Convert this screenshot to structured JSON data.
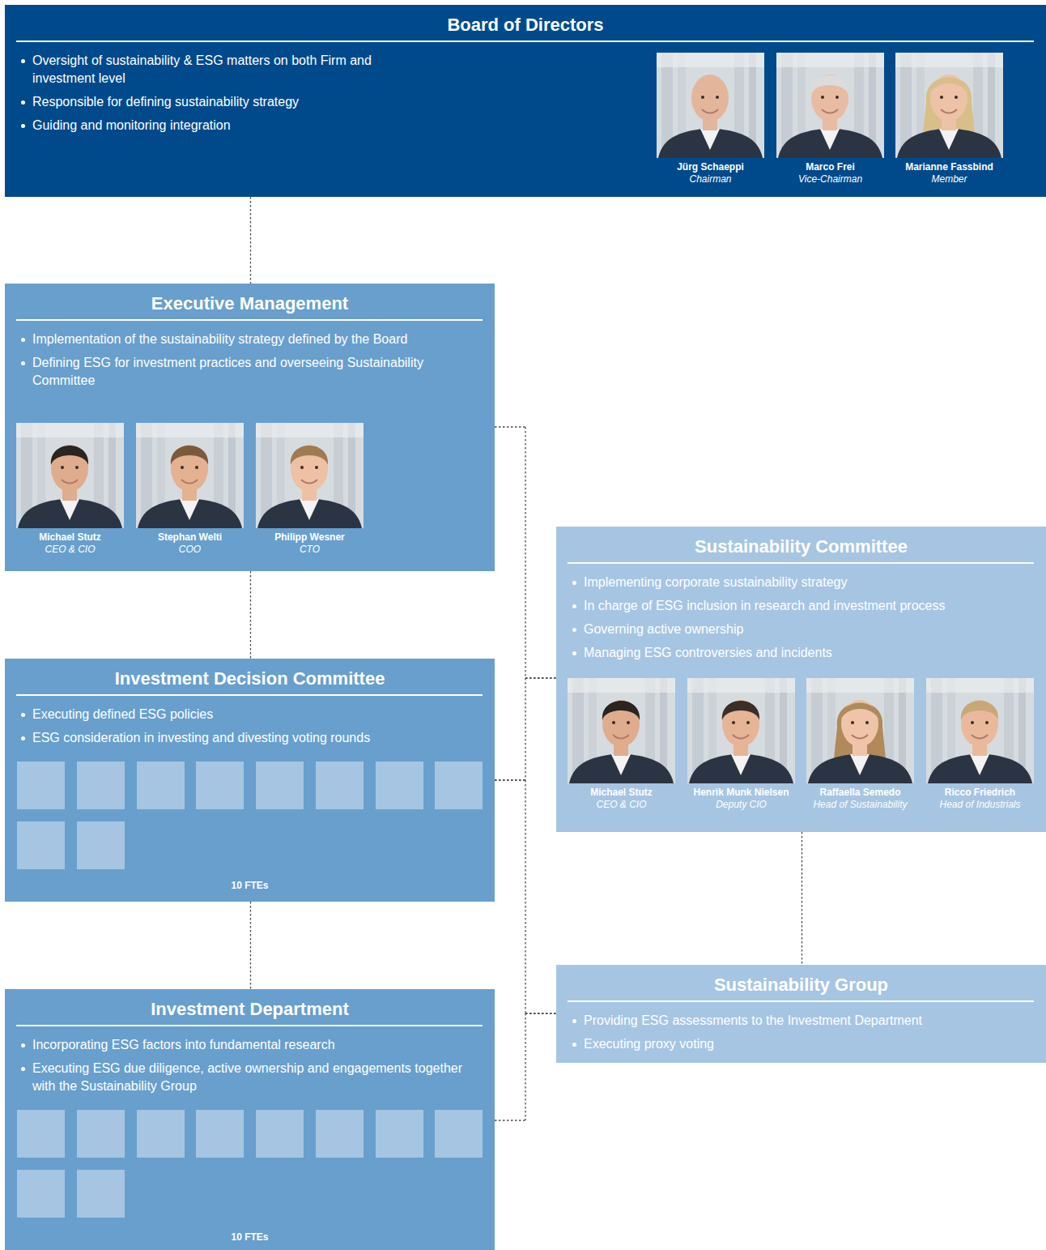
{
  "diagram": {
    "nodes": [
      {
        "text": [
          "Board of Directors",
          "Oversight of sustainability & ESG matters on both Firm and investment level",
          "Responsible for defining sustainability strategy",
          "Guiding and monitoring integration"
        ]
      },
      {
        "text": [
          "Jürg Schaeppi",
          "Chairman"
        ],
        "in": 0
      },
      {
        "text": [
          "Marco Frei",
          "Vice-Chairman"
        ],
        "in": 0
      },
      {
        "text": [
          "Marianne Fassbind",
          "Member"
        ],
        "in": 0
      },
      {
        "text": [
          "Executive Management",
          "Implementation of the sustainability strategy defined by the Board",
          "Defining ESG for investment practices and overseeing Sustainability Committee"
        ]
      },
      {
        "text": [
          "Michael Stutz",
          "CEO & CIO"
        ],
        "in": 4
      },
      {
        "text": [
          "Stephan Welti",
          "COO"
        ],
        "in": 4
      },
      {
        "text": [
          "Philipp Wesner",
          "CTO"
        ],
        "in": 4
      },
      {
        "text": [
          "Sustainability Committee",
          "Implementing corporate sustainability strategy",
          "In charge of ESG inclusion in research and investment process",
          "Governing active ownership",
          "Managing ESG controversies and incidents"
        ]
      },
      {
        "text": [
          "Michael Stutz",
          "CEO & CIO"
        ],
        "in": 8
      },
      {
        "text": [
          "Henrik Munk Nielsen",
          "Deputy CIO"
        ],
        "in": 8
      },
      {
        "text": [
          "Raffaella Semedo",
          "Head of Sustainability"
        ],
        "in": 8
      },
      {
        "text": [
          "Ricco Friedrich",
          "Head of Industrials"
        ],
        "in": 8
      },
      {
        "text": [
          "Investment Decision Committee",
          "Executing defined ESG policies",
          "ESG consideration in investing and divesting voting rounds",
          "10 FTEs"
        ]
      },
      {
        "text": [
          "Sustainability Group",
          "Providing ESG assessments to the Investment Department",
          "Executing proxy voting"
        ]
      },
      {
        "text": [
          "Investment Department",
          "Incorporating ESG factors into fundamental research",
          "Executing ESG due diligence, active ownership and engagements together with the Sustainability Group",
          "10 FTEs"
        ]
      }
    ],
    "edges": [
      {
        "from": 0,
        "to": 4,
        "arrow": "none"
      },
      {
        "from": 4,
        "to": 13,
        "arrow": "none"
      },
      {
        "from": 13,
        "to": 15,
        "arrow": "none"
      },
      {
        "from": 8,
        "to": 14,
        "arrow": "none"
      },
      {
        "from": 4,
        "to": 8,
        "arrow": "none"
      },
      {
        "from": 13,
        "to": 8,
        "arrow": "none"
      },
      {
        "from": 13,
        "to": 14,
        "arrow": "none"
      },
      {
        "from": 15,
        "to": 14,
        "arrow": "none"
      }
    ]
  }
}
